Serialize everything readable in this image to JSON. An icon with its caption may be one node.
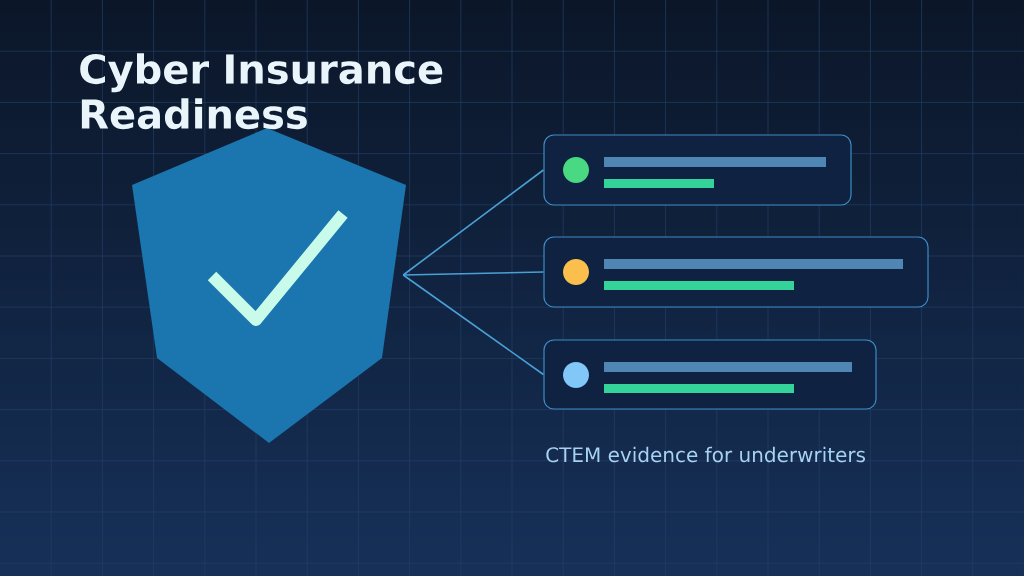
{
  "diagram": {
    "title": "Cyber Insurance Readiness",
    "caption": "CTEM evidence for underwriters",
    "nodes": [
      {
        "text": [],
        "shape": "shield"
      },
      {
        "text": [],
        "shape": "box"
      },
      {
        "text": [],
        "shape": "box"
      },
      {
        "text": [],
        "shape": "box"
      }
    ],
    "edges": [
      {
        "from": 0,
        "to": 1,
        "arrow": "none"
      },
      {
        "from": 0,
        "to": 2,
        "arrow": "none"
      },
      {
        "from": 0,
        "to": 3,
        "arrow": "none"
      }
    ]
  }
}
